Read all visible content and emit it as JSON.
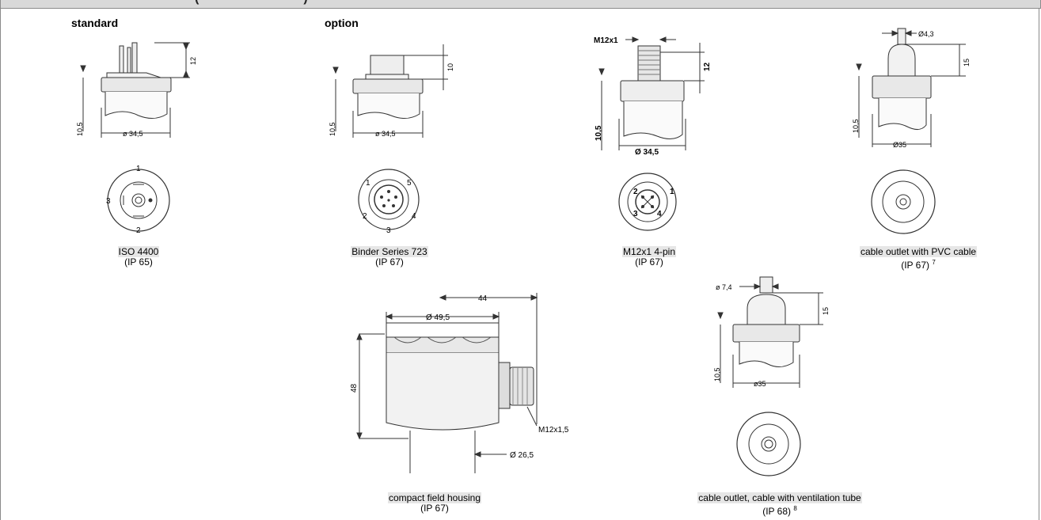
{
  "header_bar": {
    "text": "(",
    "text_right": ")"
  },
  "column_headers": {
    "standard": "standard",
    "option": "option"
  },
  "connectors": [
    {
      "id": "iso4400",
      "line1": "ISO 4400",
      "line2": "(IP 65)",
      "sup": "",
      "dims": {
        "height": "12",
        "body": "10,5",
        "diameter": "ø 34,5"
      },
      "pins": [
        "1",
        "2",
        "3"
      ]
    },
    {
      "id": "binder723",
      "line1": "Binder Series 723",
      "line2": "(IP 67)",
      "sup": "",
      "dims": {
        "height": "10",
        "body": "10,5",
        "diameter": "ø 34,5"
      },
      "pins": [
        "1",
        "5",
        "2",
        "4",
        "3"
      ]
    },
    {
      "id": "m12x1",
      "line1": "M12x1 4-pin",
      "line2": "(IP 67)",
      "sup": "",
      "dims": {
        "thread": "M12x1",
        "height": "12",
        "body": "10,5",
        "diameter": "Ø 34,5"
      },
      "pins": [
        "2",
        "1",
        "3",
        "4"
      ]
    },
    {
      "id": "pvc-cable",
      "line1": "cable outlet with PVC cable",
      "line2": "(IP 67)",
      "sup": "7",
      "dims": {
        "cable": "Ø4,3",
        "height": "15",
        "body": "10,5",
        "diameter": "Ø35"
      }
    },
    {
      "id": "field-housing",
      "line1": "compact field housing",
      "line2": "(IP 67)",
      "sup": "",
      "dims": {
        "width": "44",
        "top": "Ø 49,5",
        "height": "48",
        "gland": "M12x1,5",
        "stem": "Ø 26,5"
      }
    },
    {
      "id": "vent-cable",
      "line1": "cable outlet, cable with ventilation tube",
      "line2": "(IP 68)",
      "sup": "8",
      "dims": {
        "cable": "ø 7,4",
        "height": "15",
        "body": "10,5",
        "diameter": "ø35"
      }
    }
  ]
}
